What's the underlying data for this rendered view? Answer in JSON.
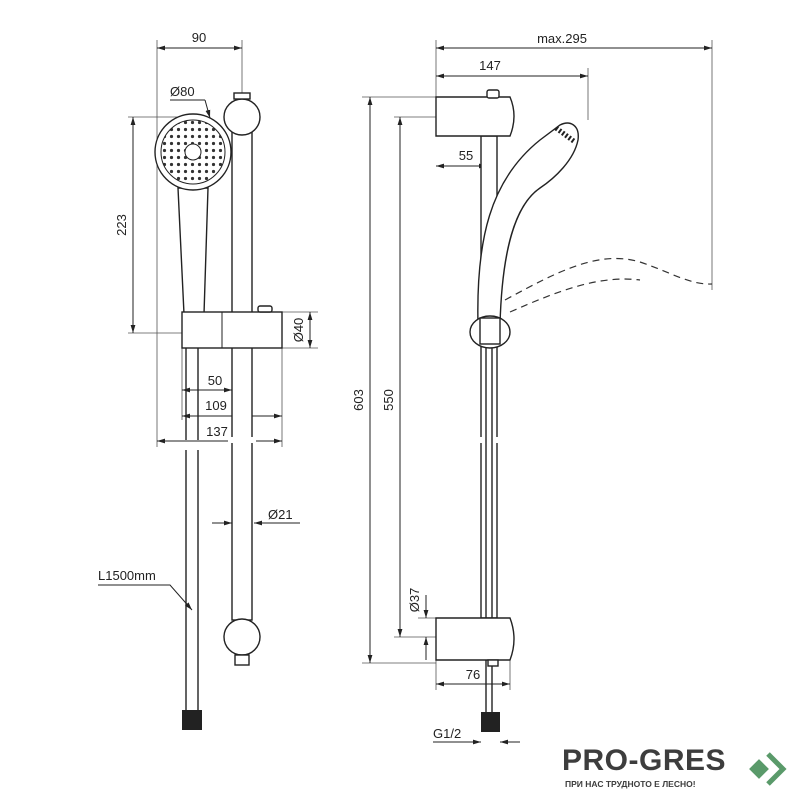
{
  "left_view": {
    "dim_width_top": "90",
    "dim_head_diameter": "Ø80",
    "dim_head_height": "223",
    "dim_slider_diameter": "Ø40",
    "dim_50": "50",
    "dim_109": "109",
    "dim_137": "137",
    "dim_rail_diameter": "Ø21",
    "hose_length": "L1500mm"
  },
  "right_view": {
    "dim_max": "max.295",
    "dim_147": "147",
    "dim_55": "55",
    "dim_603": "603",
    "dim_550": "550",
    "dim_bracket_diameter": "Ø37",
    "dim_76": "76",
    "thread": "G1/2"
  },
  "logo": {
    "name": "PRO-GRES",
    "tagline": "ПРИ НАС ТРУДНОТО Е ЛЕСНО!",
    "brand_color": "#5a9a6a",
    "text_color": "#3d3d3d"
  }
}
